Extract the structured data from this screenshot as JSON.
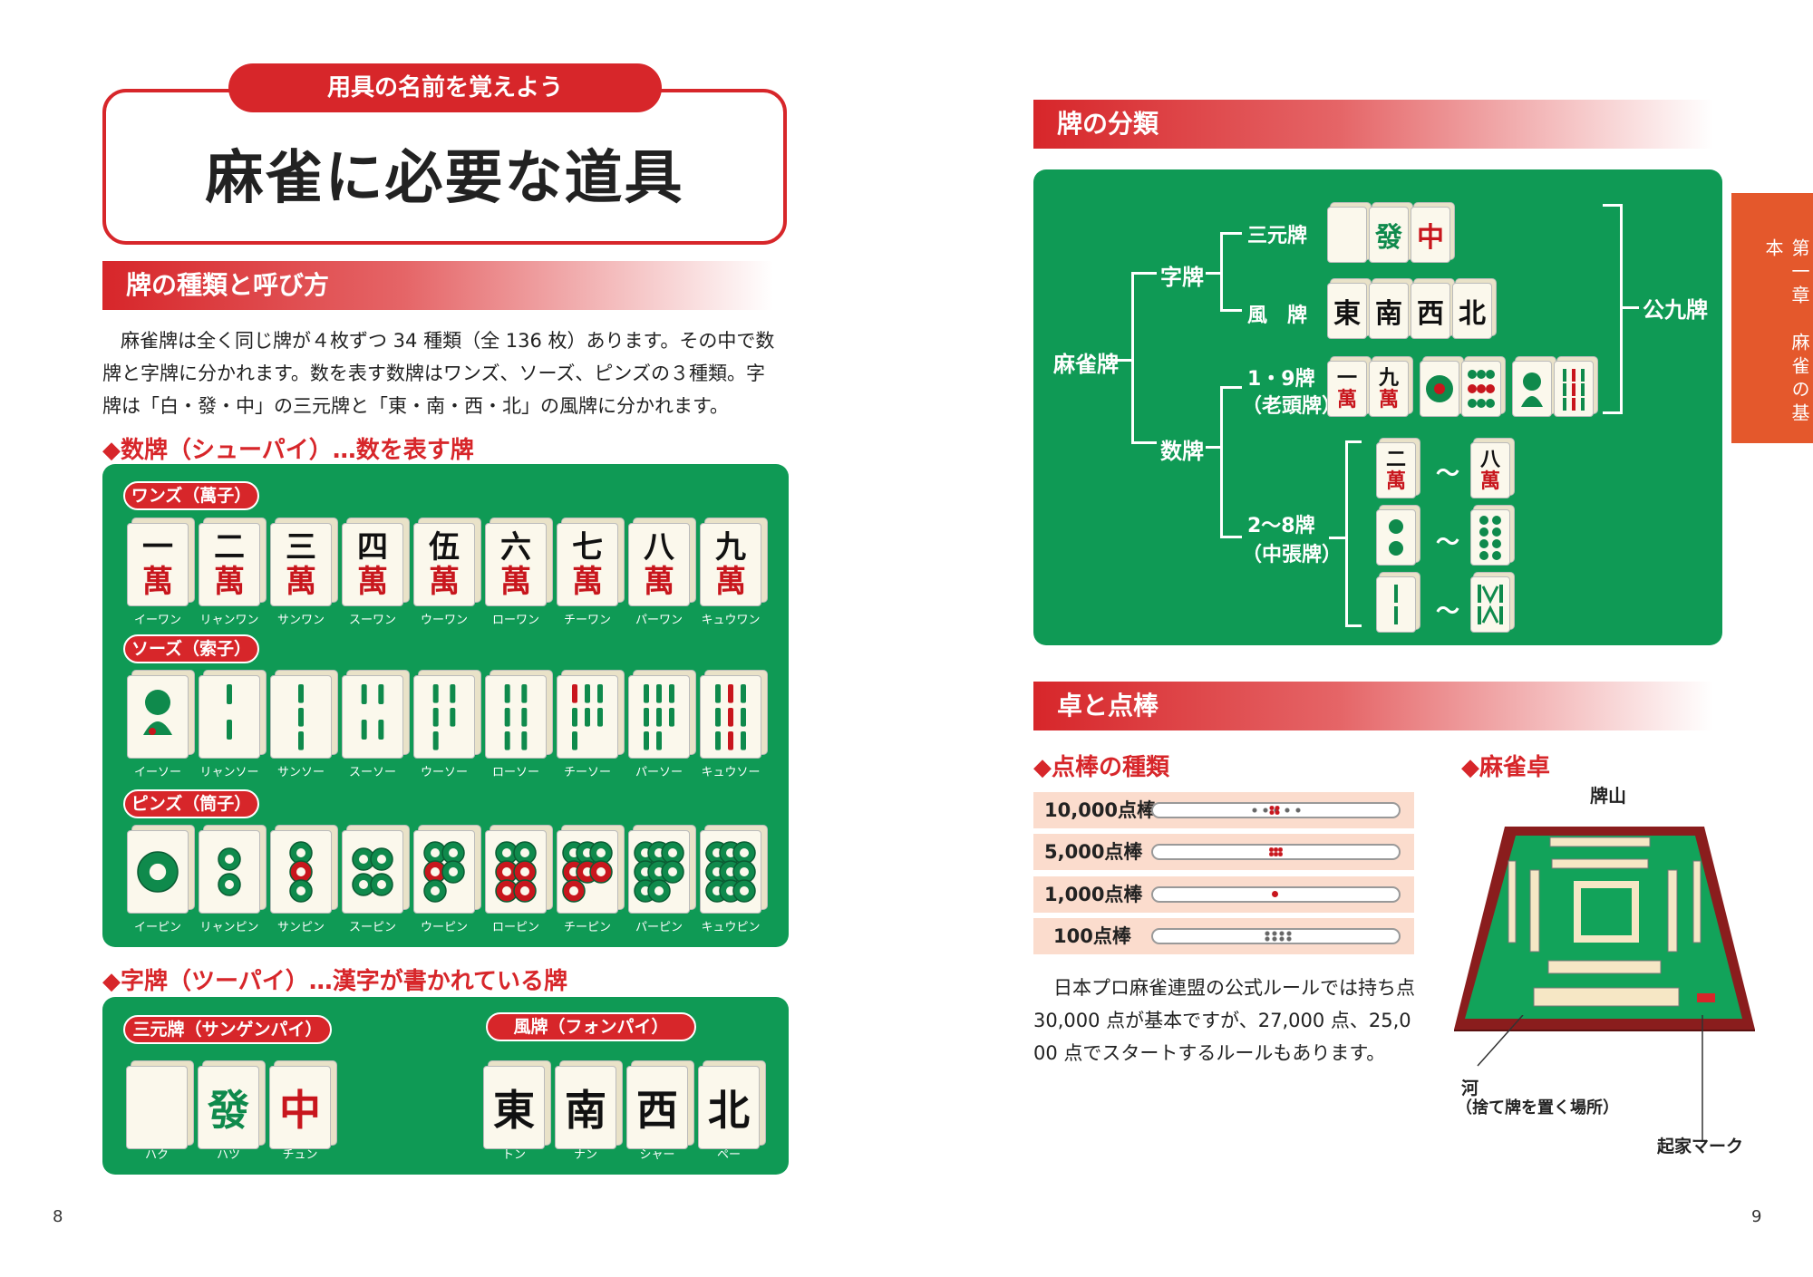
{
  "left": {
    "tag": "用具の名前を覚えよう",
    "title": "麻雀に必要な道具",
    "section1": "牌の種類と呼び方",
    "paragraph": [
      "麻雀牌は全く同じ牌が４枚ずつ 34 種類（全 136 枚）あります。その中で数",
      "牌と字牌に分かれます。数を表す数牌はワンズ、ソーズ、ピンズの３種類。字",
      "牌は「白・發・中」の三元牌と「東・南・西・北」の風牌に分かれます。"
    ],
    "suhai_heading": "◆数牌（シューパイ）…数を表す牌",
    "manzu": {
      "label": "ワンズ（萬子）",
      "tops": [
        "一",
        "二",
        "三",
        "四",
        "伍",
        "六",
        "七",
        "八",
        "九"
      ],
      "bottom": "萬",
      "names": [
        "イーワン",
        "リャンワン",
        "サンワン",
        "スーワン",
        "ウーワン",
        "ローワン",
        "チーワン",
        "パーワン",
        "キュウワン"
      ]
    },
    "souzu": {
      "label": "ソーズ（索子）",
      "names": [
        "イーソー",
        "リャンソー",
        "サンソー",
        "スーソー",
        "ウーソー",
        "ローソー",
        "チーソー",
        "パーソー",
        "キュウソー"
      ]
    },
    "pinzu": {
      "label": "ピンズ（筒子）",
      "names": [
        "イーピン",
        "リャンピン",
        "サンピン",
        "スーピン",
        "ウーピン",
        "ローピン",
        "チーピン",
        "パーピン",
        "キュウピン"
      ]
    },
    "jihai_heading": "◆字牌（ツーパイ）…漢字が書かれている牌",
    "sangen": {
      "label": "三元牌（サンゲンパイ）",
      "tiles": [
        "",
        "發",
        "中"
      ],
      "names": [
        "ハク",
        "ハツ",
        "チュン"
      ]
    },
    "kaze": {
      "label": "風牌（フォンパイ）",
      "tiles": [
        "東",
        "南",
        "西",
        "北"
      ],
      "names": [
        "トン",
        "ナン",
        "シャー",
        "ペー"
      ]
    },
    "page_no": "8"
  },
  "right": {
    "section1": "牌の分類",
    "tree": {
      "root": "麻雀牌",
      "jihai": "字牌",
      "suhai": "数牌",
      "sangen": "三元牌",
      "kaze": "風　牌",
      "yaochu": "公九牌",
      "rt": "1・9牌",
      "rt_sub": "（老頭牌）",
      "ch": "2〜8牌",
      "ch_sub": "（中張牌）",
      "tilde": "〜"
    },
    "section2": "卓と点棒",
    "tenbo_heading": "◆点棒の種類",
    "taku_heading": "◆麻雀卓",
    "sticks": [
      "10,000点棒",
      "5,000点棒",
      "1,000点棒",
      "100点棒"
    ],
    "para": [
      "日本プロ麻雀連盟の公式ルールでは持ち点",
      "30,000 点が基本ですが、27,000 点、25,0",
      "00 点でスタートするルールもあります。"
    ],
    "paiyama": "牌山",
    "ho": "河",
    "ho_sub": "（捨て牌を置く場所）",
    "chicha": "起家マーク",
    "side_tab": "第一章　麻雀の基本",
    "page_no": "9"
  },
  "colors": {
    "red": "#d7262a",
    "green": "#0f9a55",
    "tab": "#e4582c"
  }
}
